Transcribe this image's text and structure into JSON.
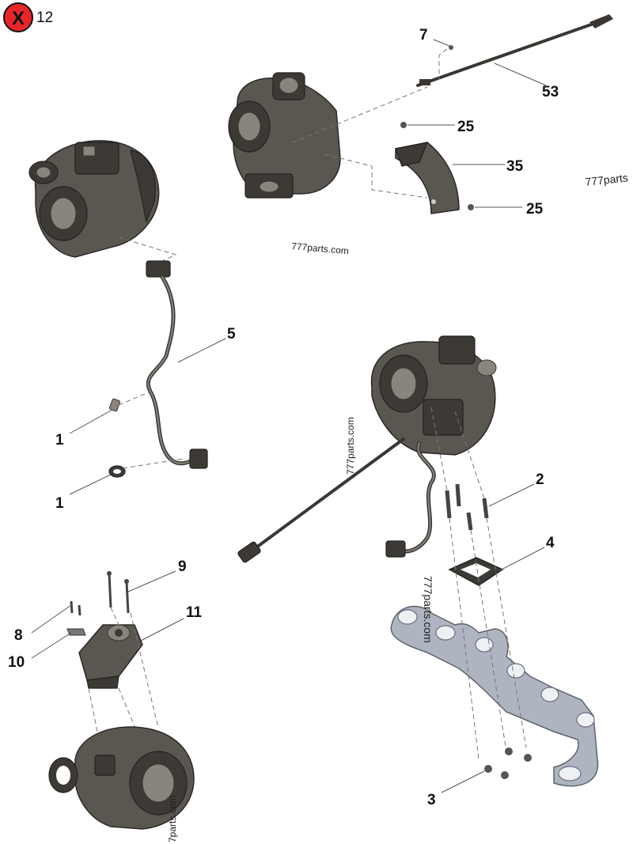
{
  "header": {
    "close_glyph": "X",
    "page_number": "12"
  },
  "callouts": {
    "c7": "7",
    "c53": "53",
    "c25a": "25",
    "c35": "35",
    "c25b": "25",
    "c5": "5",
    "c1a": "1",
    "c1b": "1",
    "c2": "2",
    "c4": "4",
    "c9": "9",
    "c11": "11",
    "c8": "8",
    "c10": "10",
    "c3": "3"
  },
  "watermarks": {
    "w_top_right": "777parts",
    "w_center": "777parts.com",
    "w_vertical_mid": "777parts.com",
    "w_manifold": "777parts.com",
    "w_bottom": "7parts.com"
  },
  "colors": {
    "close_badge": "#e8262a",
    "manifold": "#aeb4c0",
    "turbo": "#5a5650"
  }
}
